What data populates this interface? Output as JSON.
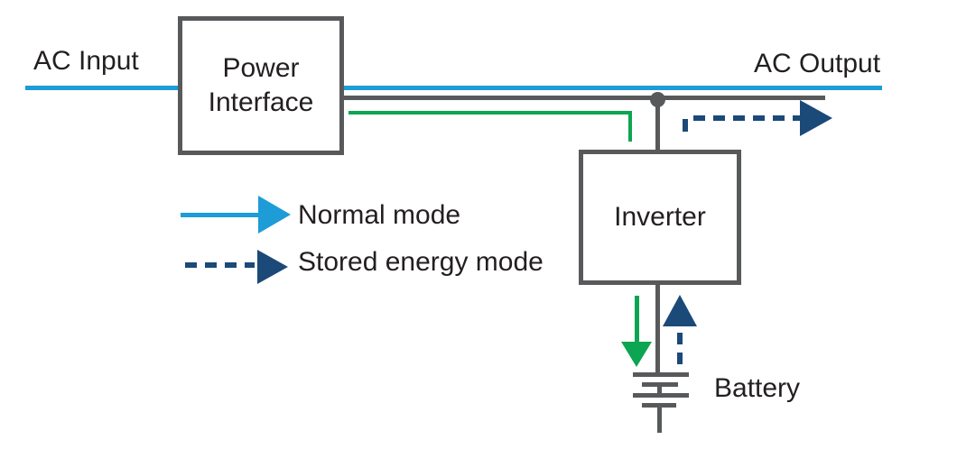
{
  "labels": {
    "ac_input": "AC Input",
    "ac_output": "AC Output",
    "battery": "Battery"
  },
  "boxes": {
    "power_interface": {
      "line1": "Power",
      "line2": "Interface"
    },
    "inverter": {
      "label": "Inverter"
    }
  },
  "legend": {
    "items": [
      {
        "label": "Normal mode",
        "line_style": "solid",
        "color": "#1E9CD7"
      },
      {
        "label": "Stored energy mode",
        "line_style": "dashed",
        "color": "#1B4978"
      }
    ]
  },
  "colors": {
    "blue": "#1E9CD7",
    "navy": "#1B4978",
    "green": "#0CA551",
    "gray": "#58595B",
    "text": "#231F20"
  }
}
